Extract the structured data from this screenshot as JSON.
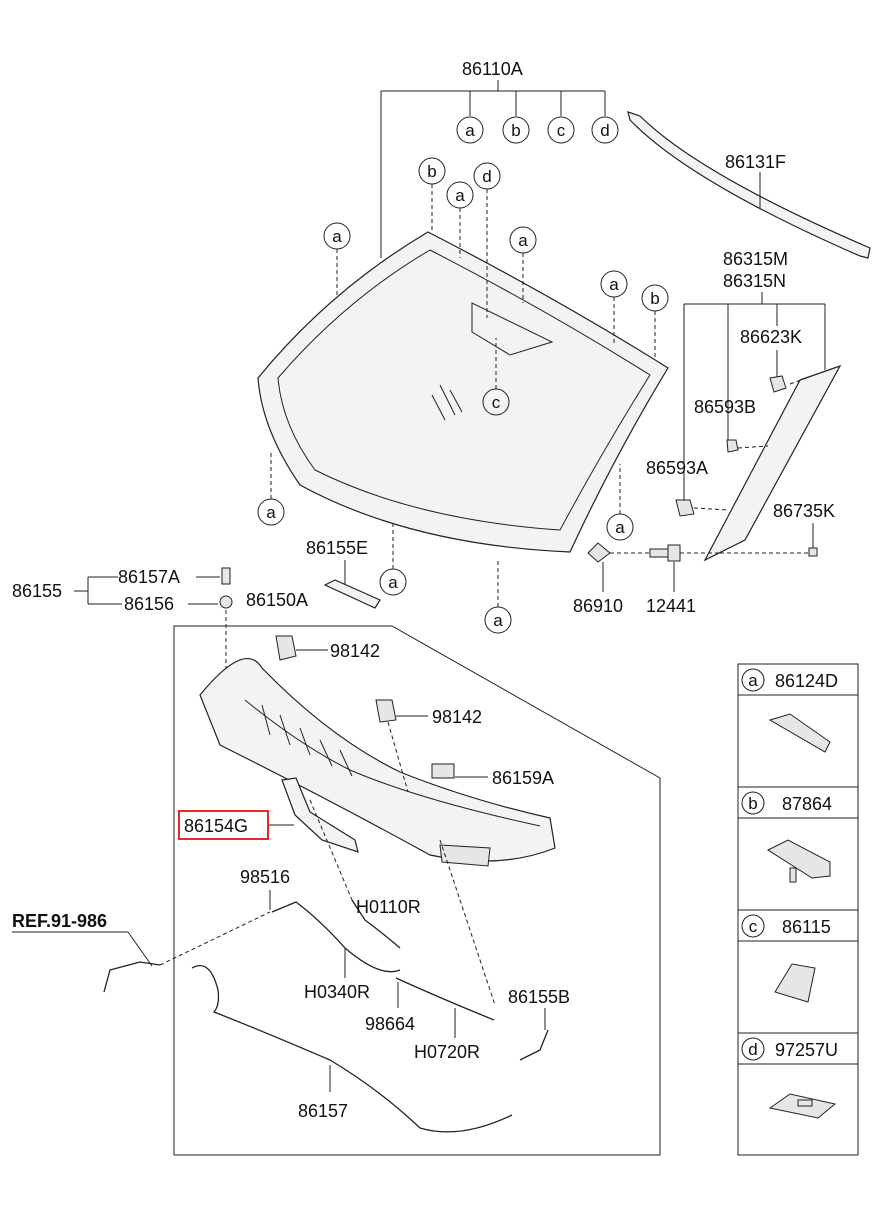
{
  "labels": {
    "p86110A": "86110A",
    "p86131F": "86131F",
    "p86315M": "86315M",
    "p86315N": "86315N",
    "p86623K": "86623K",
    "p86593B": "86593B",
    "p86593A": "86593A",
    "p86735K": "86735K",
    "p86910": "86910",
    "p12441": "12441",
    "p86155E": "86155E",
    "p86155": "86155",
    "p86157A": "86157A",
    "p86156": "86156",
    "p86150A": "86150A",
    "p98142a": "98142",
    "p98142b": "98142",
    "p86159A": "86159A",
    "p86154G": "86154G",
    "p98516": "98516",
    "pH0110R": "H0110R",
    "pH0340R": "H0340R",
    "p98664": "98664",
    "pH0720R": "H0720R",
    "p86155B": "86155B",
    "p86157": "86157",
    "ref": "REF.91-986"
  },
  "callouts": {
    "a": "a",
    "b": "b",
    "c": "c",
    "d": "d"
  },
  "legend": [
    {
      "letter": "a",
      "part": "86124D"
    },
    {
      "letter": "b",
      "part": "87864"
    },
    {
      "letter": "c",
      "part": "86115"
    },
    {
      "letter": "d",
      "part": "97257U"
    }
  ],
  "highlight_color": "#e8262b"
}
